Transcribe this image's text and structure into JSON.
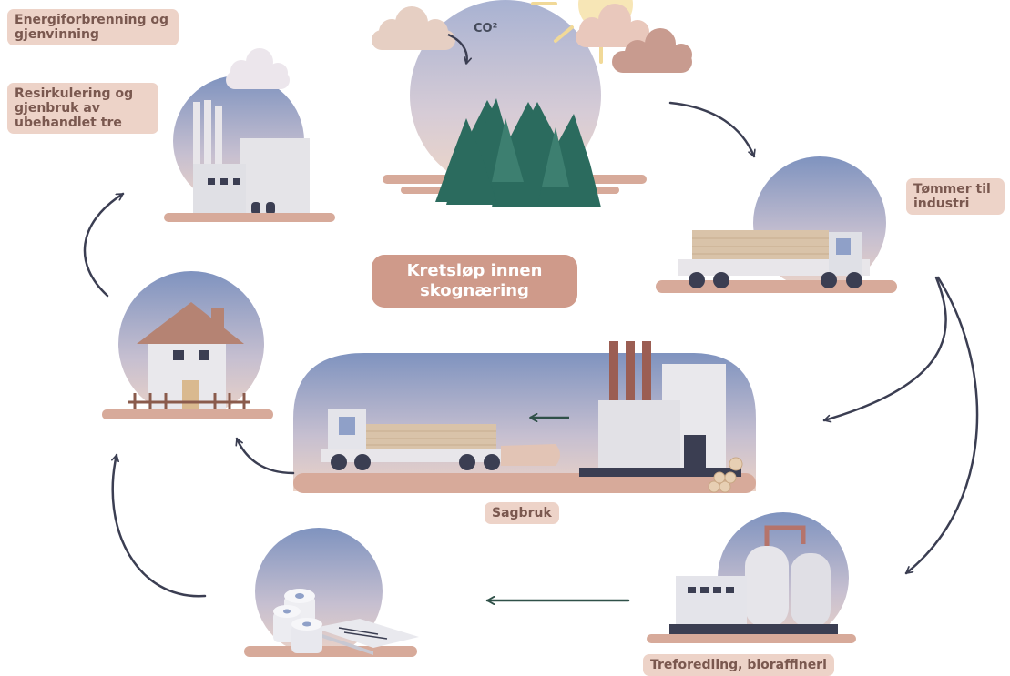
{
  "title": "Kretsløp innen skognæring",
  "labels": {
    "energy": "Energiforbrenning og gjenvinning",
    "recycling": "Resirkulering og gjenbruk av ubehandlet tre",
    "timber": "Tømmer til industri",
    "sawmill": "Sagbruk",
    "refining": "Treforedling, bioraffineri",
    "co2": "CO²"
  },
  "colors": {
    "label_bg": "#edd3c8",
    "label_text": "#7a584f",
    "title_bg": "#cf9a8a",
    "arrow": "#3b3e52",
    "forest": "#2b6b5e",
    "ground": "#d7aa9a"
  }
}
